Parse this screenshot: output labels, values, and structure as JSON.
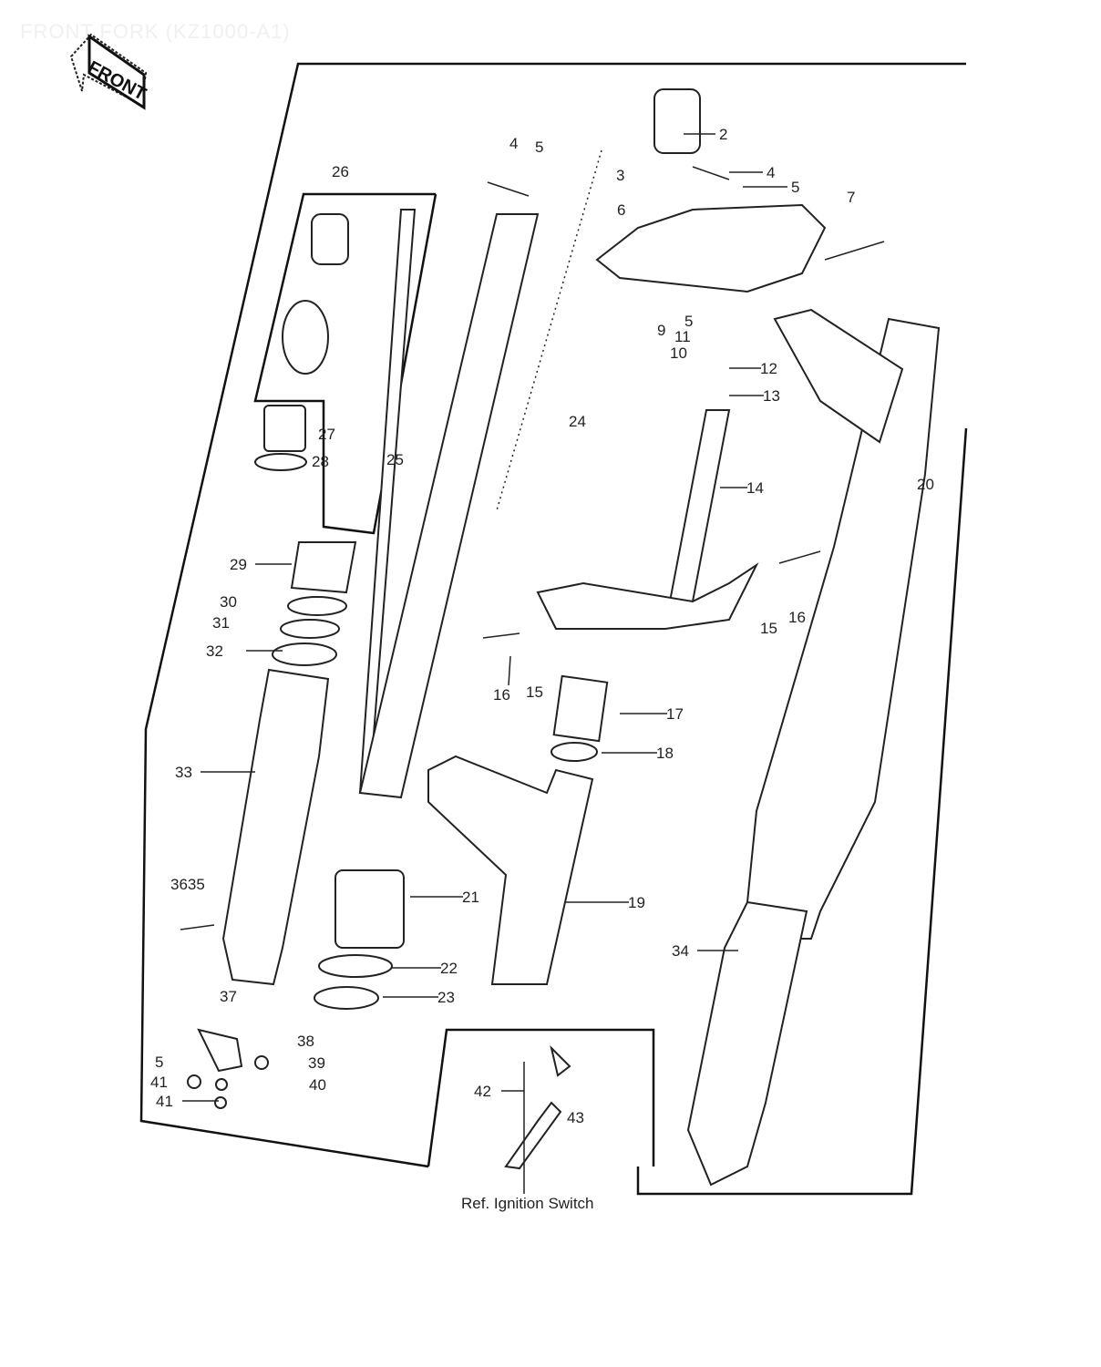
{
  "title": "FRONT FORK (KZ1000-A1)",
  "front_badge": "FRONT",
  "caption": "Ref.  Ignition Switch",
  "labels": [
    "2",
    "4",
    "5",
    "3",
    "4",
    "5",
    "7",
    "6",
    "26",
    "5",
    "9",
    "11",
    "10",
    "12",
    "13",
    "24",
    "14",
    "20",
    "27",
    "28",
    "25",
    "29",
    "30",
    "31",
    "32",
    "15",
    "16",
    "16",
    "15",
    "17",
    "18",
    "33",
    "3635",
    "21",
    "19",
    "34",
    "22",
    "23",
    "37",
    "38",
    "39",
    "5",
    "41",
    "40",
    "41",
    "42",
    "43"
  ]
}
